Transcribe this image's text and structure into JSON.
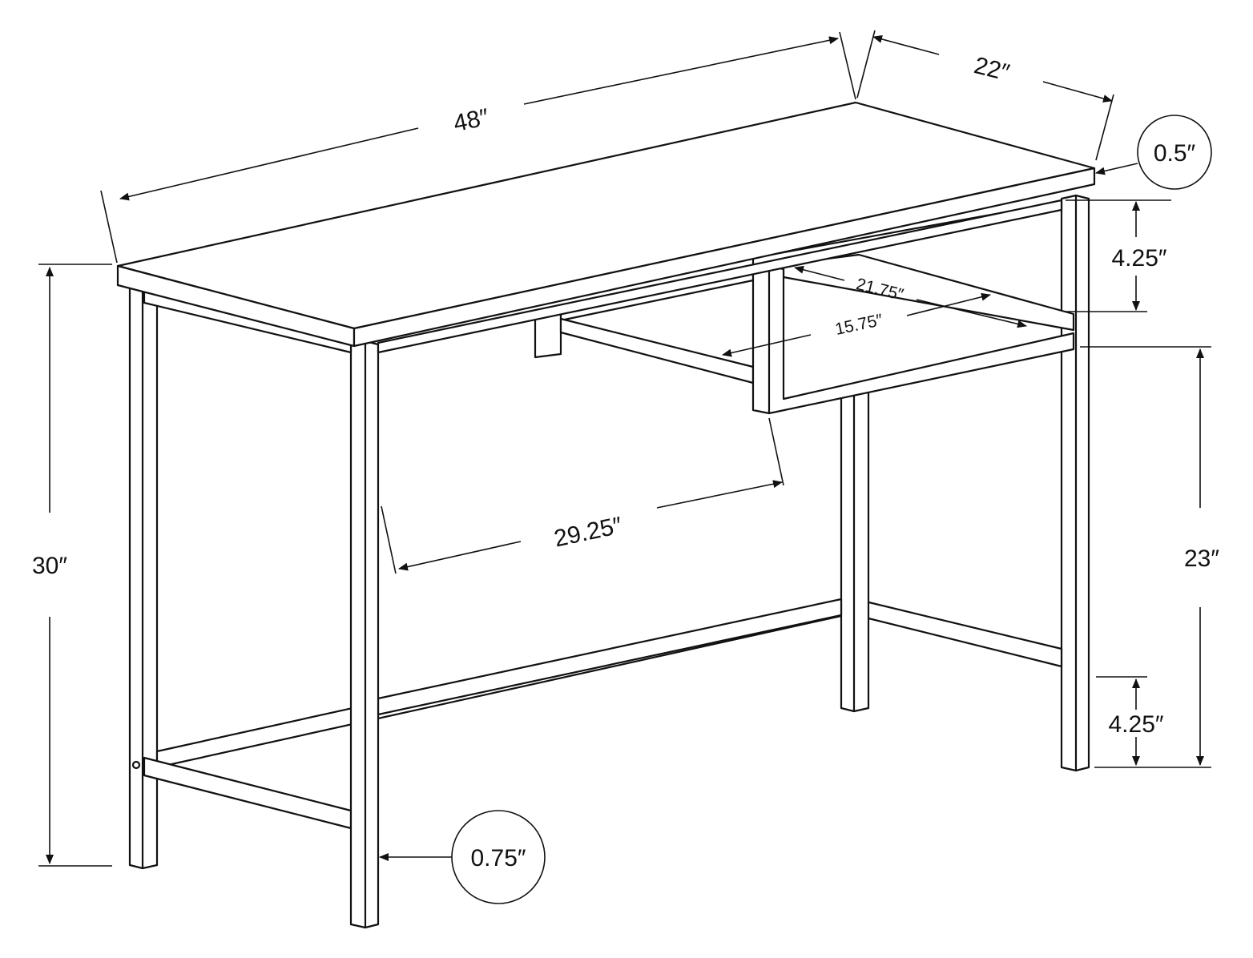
{
  "diagram": {
    "labels": {
      "width": "48″",
      "depth": "22″",
      "top_thickness": "0.5″",
      "apron_height": "4.25″",
      "shelf_depth": "21.75″",
      "shelf_inner_depth": "15.75″",
      "knee_clearance_width": "29.25″",
      "total_height": "30″",
      "clearance_height": "23″",
      "stretcher_height": "4.25″",
      "leg_size": "0.75″"
    },
    "colors": {
      "line": "#111111",
      "background": "#ffffff"
    }
  }
}
